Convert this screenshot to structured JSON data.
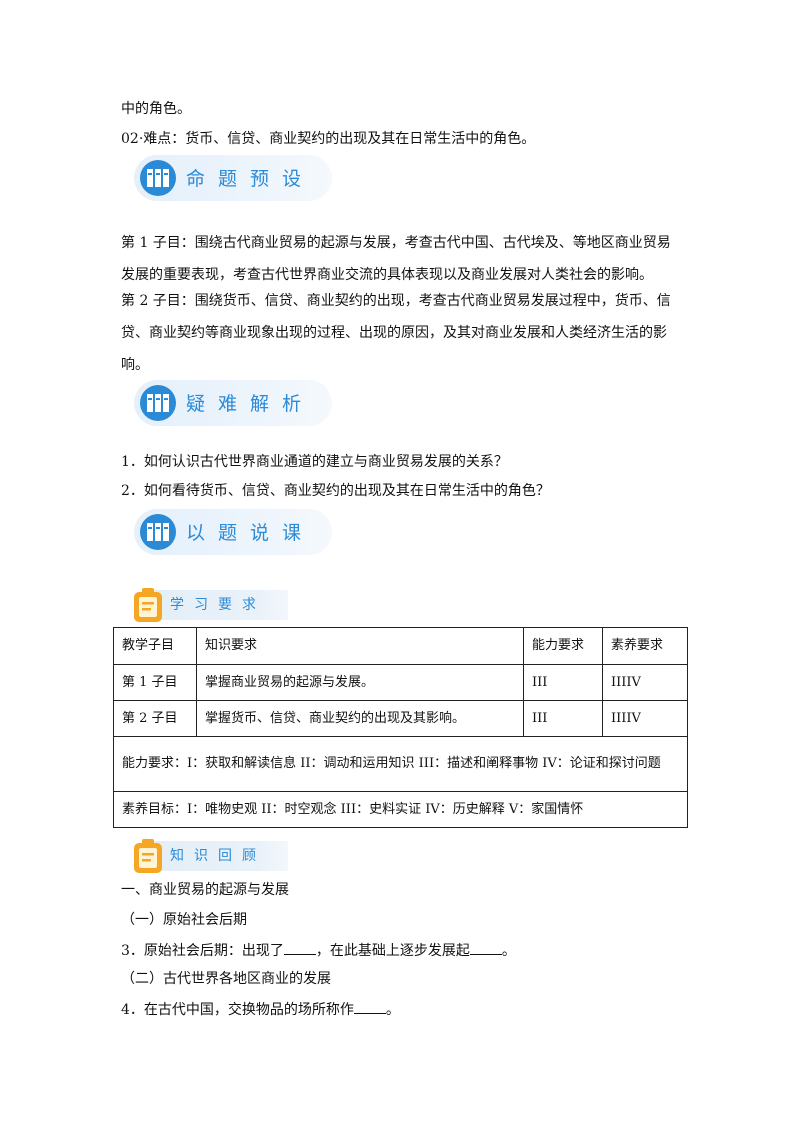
{
  "top_lines": {
    "line1": "中的角色。",
    "line2": "02·难点：货币、信贷、商业契约的出现及其在日常生活中的角色。"
  },
  "banners": {
    "mingti": "命题预设",
    "yinan": "疑难解析",
    "yiti": "以题说课"
  },
  "mingti_paragraphs": {
    "p1": "第 1 子目：围绕古代商业贸易的起源与发展，考查古代中国、古代埃及、等地区商业贸易发展的重要表现，考查古代世界商业交流的具体表现以及商业发展对人类社会的影响。",
    "p2": "第 2 子目：围绕货币、信贷、商业契约的出现，考查古代商业贸易发展过程中，货币、信贷、商业契约等商业现象出现的过程、出现的原因，及其对商业发展和人类经济生活的影响。"
  },
  "questions": {
    "q1": "1．如何认识古代世界商业通道的建立与商业贸易发展的关系？",
    "q2": "2．如何看待货币、信贷、商业契约的出现及其在日常生活中的角色？"
  },
  "sub_banners": {
    "xuexi": "学习要求",
    "zhishi": "知识回顾"
  },
  "table": {
    "headers": [
      "教学子目",
      "知识要求",
      "能力要求",
      "素养要求"
    ],
    "rows": [
      [
        "第 1 子目",
        "掌握商业贸易的起源与发展。",
        "III",
        "IIIIV"
      ],
      [
        "第 2 子目",
        "掌握货币、信贷、商业契约的出现及其影响。",
        "III",
        "IIIIV"
      ]
    ],
    "ability_note": "能力要求：I：获取和解读信息 II：调动和运用知识 III：描述和阐释事物 IV：论证和探讨问题",
    "literacy_note": "素养目标：I：唯物史观 II：时空观念 III：史料实证 IV：历史解释 V：家国情怀"
  },
  "review": {
    "heading1": "一、商业贸易的起源与发展",
    "sub1": "（一）原始社会后期",
    "item3_a": "3．原始社会后期：出现了",
    "item3_b": "，在此基础上逐步发展起",
    "item3_c": "。",
    "sub2": "（二）古代世界各地区商业的发展",
    "item4_a": "4．在古代中国，交换物品的场所称作",
    "item4_b": "。"
  },
  "colors": {
    "banner_blue": "#2b8bd7",
    "clip_orange": "#f5a623"
  }
}
